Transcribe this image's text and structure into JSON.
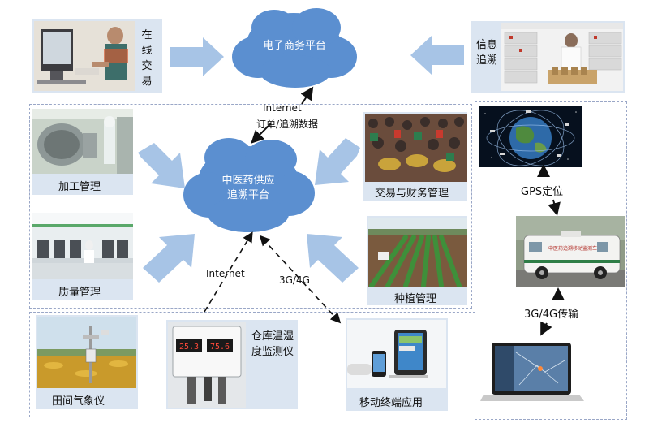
{
  "clouds": {
    "ecommerce": "电子商务平台",
    "tcm_line1": "中医药供应",
    "tcm_line2": "追溯平台"
  },
  "nodes": {
    "online_trade": "在线交易",
    "info_trace": "信息追溯",
    "processing": "加工管理",
    "quality": "质量管理",
    "trade_finance": "交易与财务管理",
    "planting": "种植管理",
    "weather": "田间气象仪",
    "warehouse": "仓库温湿度监测仪",
    "mobile": "移动终端应用",
    "gps_label": "GPS定位",
    "transmit_label": "3G/4G传输"
  },
  "edges": {
    "internet_top": "Internet",
    "orders": "订单/追溯数据",
    "internet_bottom": "Internet",
    "g34": "3G/4G"
  },
  "device": {
    "hygro_reading_1": "25.3",
    "hygro_reading_2": "75.6",
    "vehicle_text": "中医药追溯移动监测车"
  },
  "colors": {
    "cloud": "#5b8fd0",
    "arrow": "#a7c4e6",
    "card": "#dbe5f1",
    "dashed": "#9aa7c7"
  }
}
